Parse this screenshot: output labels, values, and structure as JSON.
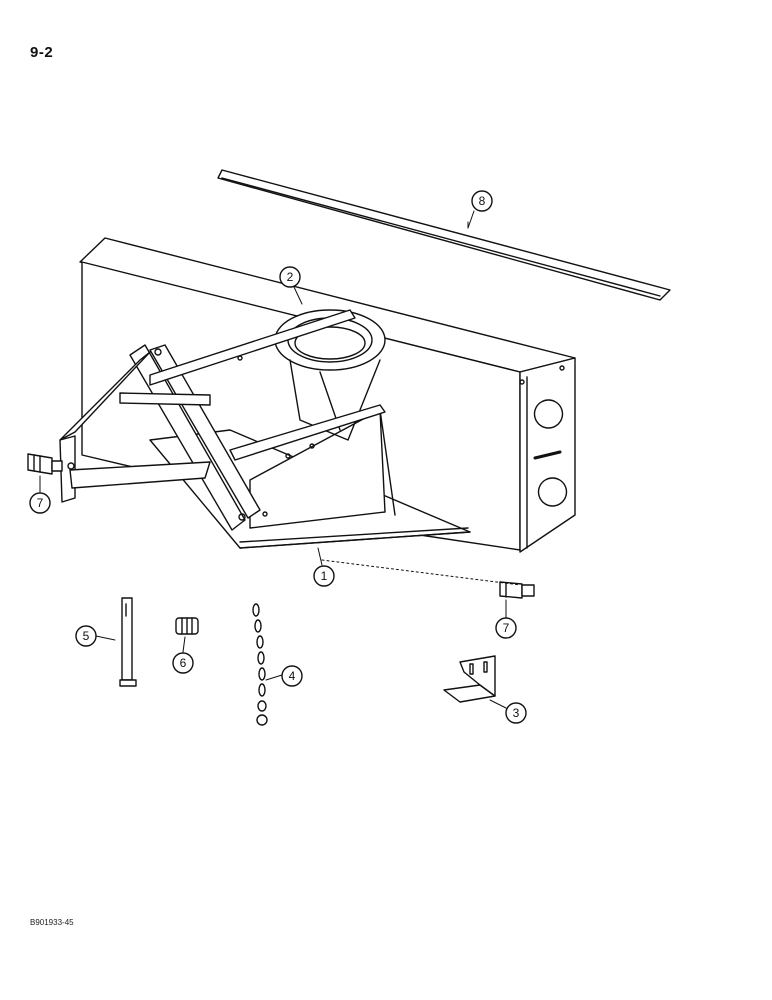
{
  "page": {
    "number": "9-2",
    "figure_id": "B901933-45"
  },
  "callouts": [
    {
      "label": "1",
      "part": "blower-housing"
    },
    {
      "label": "2",
      "part": "chute-ring"
    },
    {
      "label": "3",
      "part": "clip"
    },
    {
      "label": "4",
      "part": "chain"
    },
    {
      "label": "5",
      "part": "strap"
    },
    {
      "label": "6",
      "part": "spring"
    },
    {
      "label": "7",
      "part": "pin-left"
    },
    {
      "label": "7",
      "part": "pin-right"
    },
    {
      "label": "8",
      "part": "scraper-bar"
    }
  ]
}
